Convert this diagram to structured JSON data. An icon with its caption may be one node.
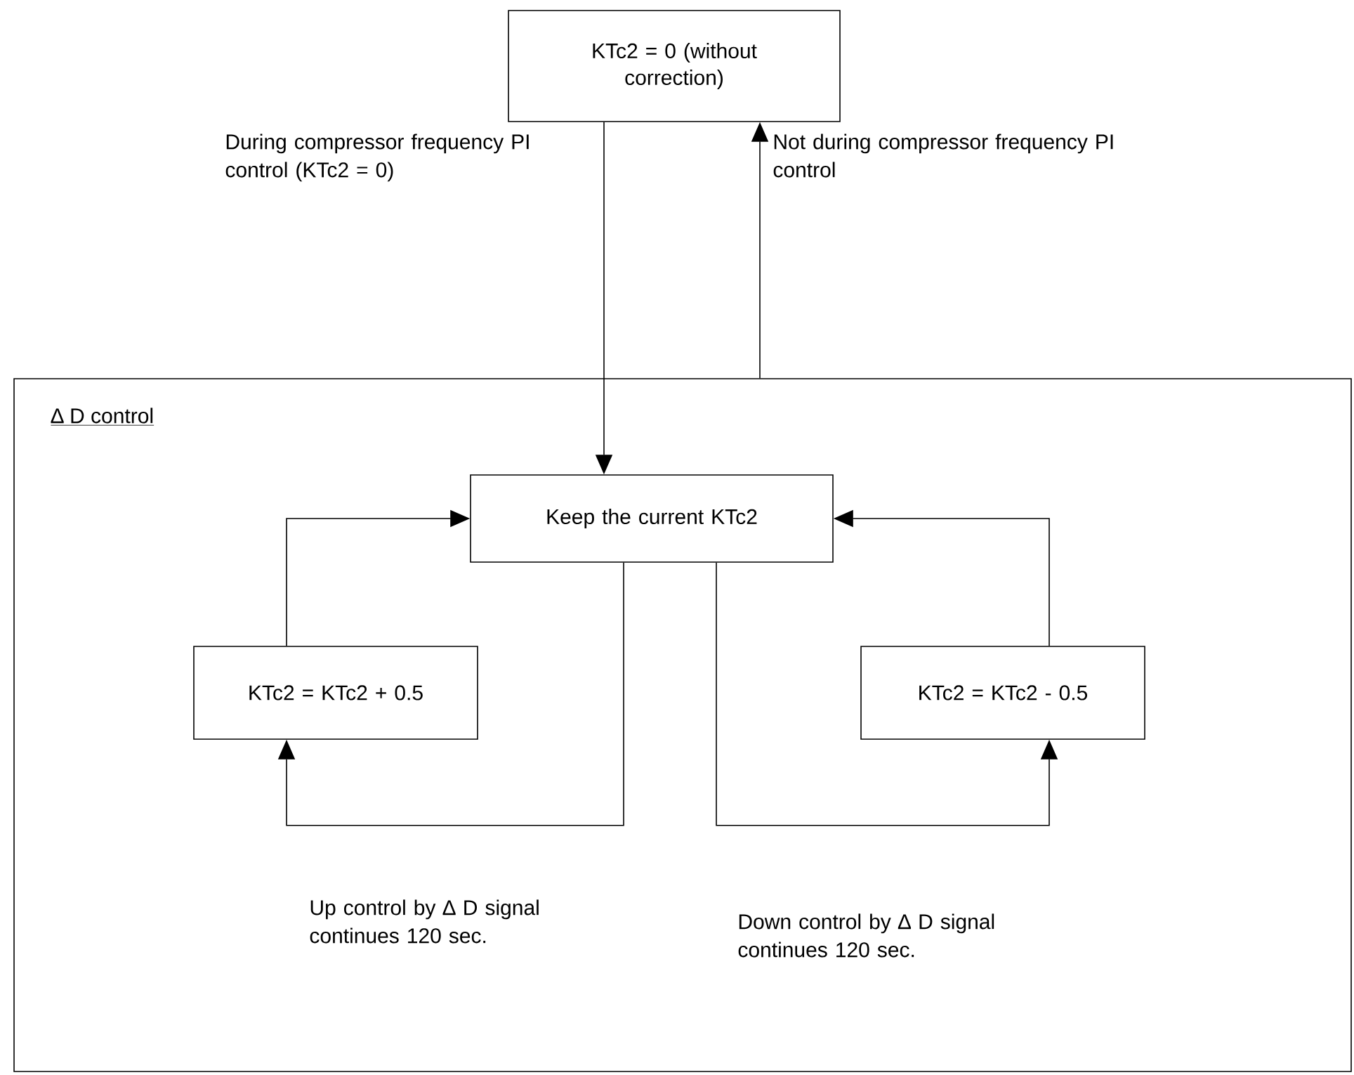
{
  "diagram": {
    "nodes": [
      {
        "text": [
          "KTc2 = 0 (without correction)"
        ]
      },
      {
        "text": [
          "∆ D control"
        ]
      },
      {
        "text": [
          "Keep the current KTc2"
        ],
        "in": 1
      },
      {
        "text": [
          "KTc2 = KTc2 + 0.5"
        ],
        "in": 1
      },
      {
        "text": [
          "KTc2 = KTc2 - 0.5"
        ],
        "in": 1
      }
    ],
    "edges": [
      {
        "from": 0,
        "to": 2,
        "arrow": "to",
        "label": "During compressor frequency PI control (KTc2 = 0)"
      },
      {
        "from": 1,
        "to": 0,
        "arrow": "to",
        "label": "Not during compressor frequency PI control"
      },
      {
        "from": 3,
        "to": 2,
        "arrow": "to"
      },
      {
        "from": 4,
        "to": 2,
        "arrow": "to"
      },
      {
        "from": 2,
        "to": 3,
        "arrow": "to",
        "label": "Up control by ∆ D signal continues 120 sec."
      },
      {
        "from": 2,
        "to": 4,
        "arrow": "to",
        "label": "Down control by ∆ D signal continues 120 sec."
      }
    ]
  }
}
